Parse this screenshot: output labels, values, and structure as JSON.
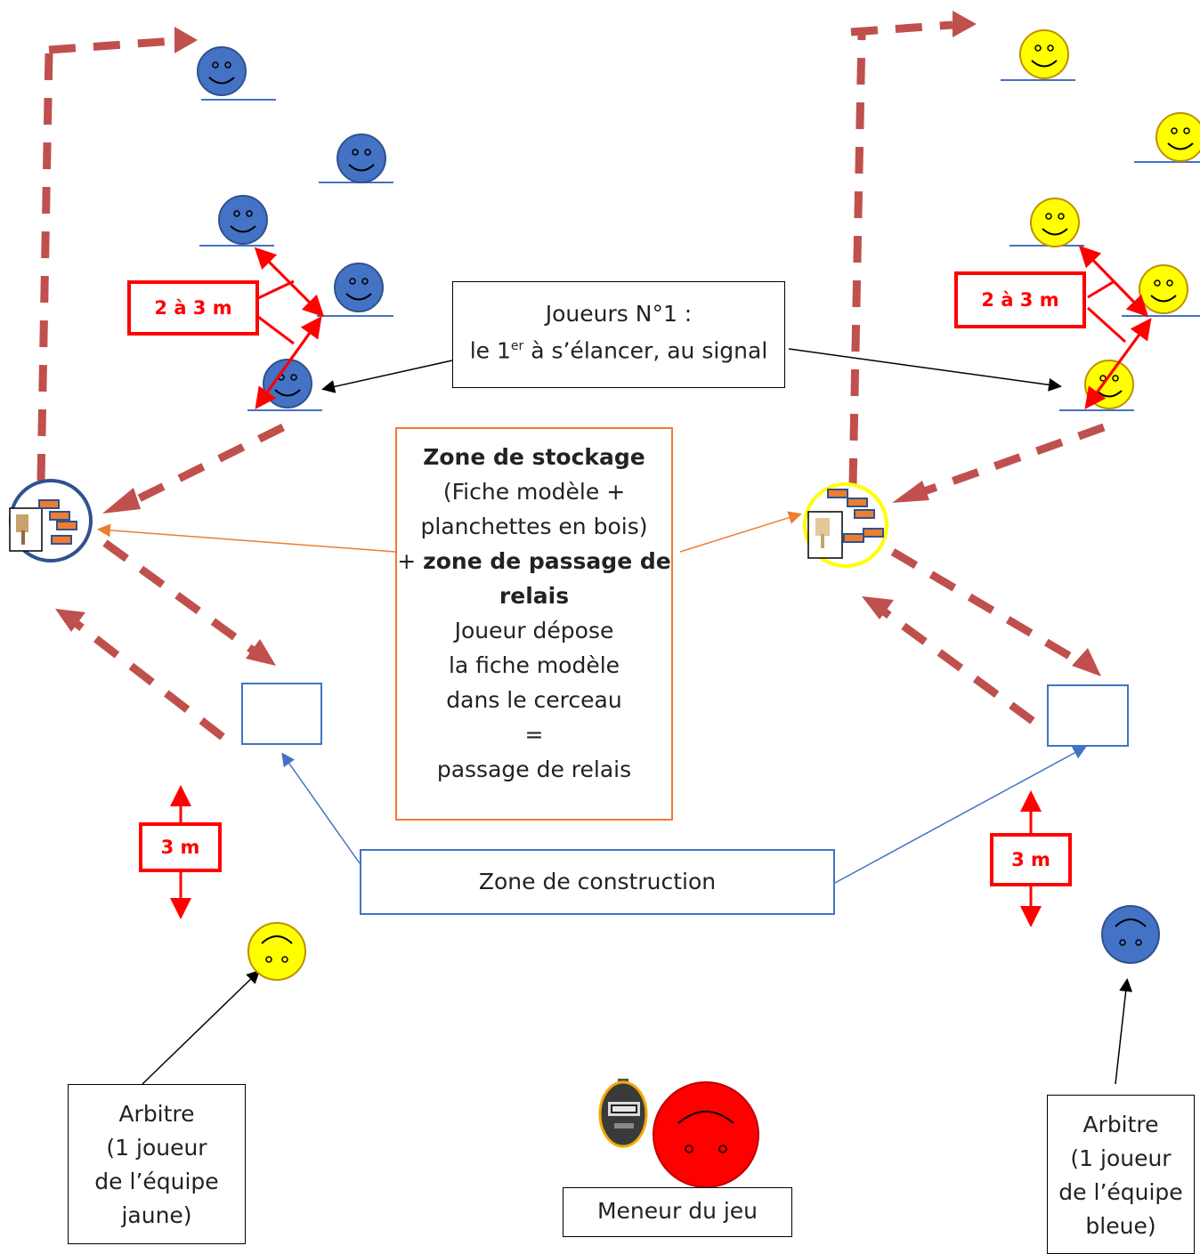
{
  "colors": {
    "blue_team": "#4472C4",
    "yellow_team": "#FFFF00",
    "red_leader": "#FF0000",
    "dashed_path": "#C0504D",
    "distance_marker": "#FF0000",
    "storage_callout": "#ED7D31",
    "construction_callout": "#4472C4"
  },
  "distance_labels": {
    "left_spacing": "2 à 3 m",
    "right_spacing": "2 à 3 m",
    "left_gap": "3 m",
    "right_gap": "3 m"
  },
  "players_note": {
    "line1": "Joueurs N°1 :",
    "line2_before": "le 1",
    "line2_sup": "er",
    "line2_after": " à s’élancer, au signal"
  },
  "storage_zone": {
    "title": "Zone de stockage",
    "line2": "(Fiche modèle +",
    "line3": "planchettes en bois)",
    "line4_prefix": "+ ",
    "line4_bold": "zone de passage de",
    "line5_bold": "relais",
    "line6": "Joueur dépose",
    "line7": "la fiche modèle",
    "line8": "dans le cerceau",
    "line9": "=",
    "line10": "passage de relais"
  },
  "construction_zone": {
    "label": "Zone de construction"
  },
  "referee_yellow": {
    "line1": "Arbitre",
    "line2": "(1 joueur",
    "line3": "de l’équipe",
    "line4": "jaune)"
  },
  "referee_blue": {
    "line1": "Arbitre",
    "line2": "(1 joueur",
    "line3": "de l’équipe",
    "line4": "bleue)"
  },
  "game_leader": {
    "label": "Meneur du jeu"
  },
  "icons": {
    "player": "smiley-face-icon",
    "referee": "upside-down-face-icon",
    "stopwatch": "stopwatch-icon",
    "hoop": "hoop-icon",
    "model_card": "model-card-icon",
    "plank": "wooden-plank-icon"
  }
}
